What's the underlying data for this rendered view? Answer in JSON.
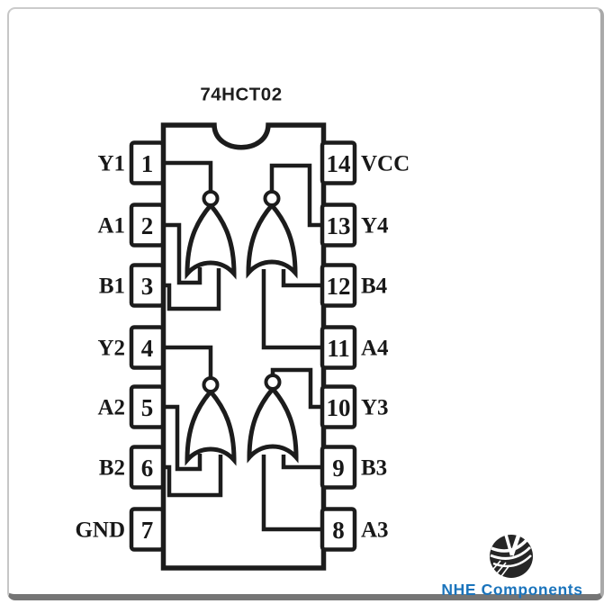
{
  "title": "74HCT02",
  "chip": {
    "pin_count": 14,
    "gate_symbol": "NOR",
    "left_pins": [
      {
        "number": "1",
        "label": "Y1"
      },
      {
        "number": "2",
        "label": "A1"
      },
      {
        "number": "3",
        "label": "B1"
      },
      {
        "number": "4",
        "label": "Y2"
      },
      {
        "number": "5",
        "label": "A2"
      },
      {
        "number": "6",
        "label": "B2"
      },
      {
        "number": "7",
        "label": "GND"
      }
    ],
    "right_pins": [
      {
        "number": "14",
        "label": "VCC"
      },
      {
        "number": "13",
        "label": "Y4"
      },
      {
        "number": "12",
        "label": "B4"
      },
      {
        "number": "11",
        "label": "A4"
      },
      {
        "number": "10",
        "label": "Y3"
      },
      {
        "number": "9",
        "label": "B3"
      },
      {
        "number": "8",
        "label": "A3"
      }
    ],
    "gates": [
      {
        "output": "Y1",
        "inputs": [
          "A1",
          "B1"
        ]
      },
      {
        "output": "Y2",
        "inputs": [
          "A2",
          "B2"
        ]
      },
      {
        "output": "Y3",
        "inputs": [
          "A3",
          "B3"
        ]
      },
      {
        "output": "Y4",
        "inputs": [
          "A4",
          "B4"
        ]
      }
    ]
  },
  "branding": {
    "logo_text": "NHE Components",
    "logo_color": "#1b74bc",
    "ink_color": "#1c1c1c"
  }
}
